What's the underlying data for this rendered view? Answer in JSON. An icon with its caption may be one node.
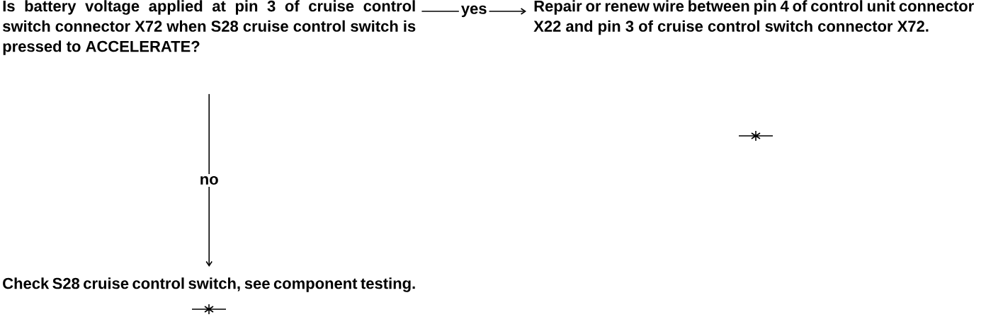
{
  "diagram": {
    "nodes": [
      {
        "text": [
          "Is battery voltage applied at pin 3 of cruise control switch connector X72 when S28 cruise control switch is pressed to ACCELERATE?"
        ]
      },
      {
        "text": [
          "Repair or renew wire between pin 4 of control unit connector X22 and pin 3 of cruise control switch connector X72."
        ]
      },
      {
        "text": [
          "Check S28 cruise control switch, see component testing."
        ]
      }
    ],
    "edges": [
      {
        "from": 0,
        "to": 1,
        "arrow": "to",
        "label": "yes"
      },
      {
        "from": 0,
        "to": 2,
        "arrow": "to",
        "label": "no"
      }
    ]
  }
}
